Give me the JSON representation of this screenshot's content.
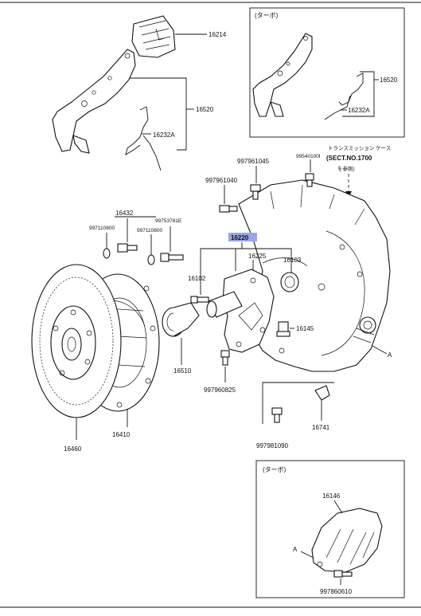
{
  "labels": {
    "p16214": "16214",
    "p16520_main": "16520",
    "p16232a_main": "16232A",
    "p16520_inset": "16520",
    "p16232a_inset": "16232A",
    "p997961045": "997961045",
    "p997961040": "997961040",
    "p99540100l": "99540100l",
    "p16432": "16432",
    "p997110800_a": "997110800",
    "p997110800_b": "997110800",
    "p99753781e": "99753781E",
    "p16220": "16220",
    "p16225": "16225",
    "p16103": "16103",
    "p16102": "16102",
    "p16145": "16145",
    "pA_main": "A",
    "p16510": "16510",
    "p997960825": "997960825",
    "p16741": "16741",
    "p997981090": "997981090",
    "p16410": "16410",
    "p16460": "16460",
    "p16146": "16146",
    "pA_inset": "A",
    "p997860610": "997860610"
  },
  "captions": {
    "turbo_top": "(ターボ)",
    "turbo_bottom": "(ターボ)",
    "transmission_case": "トランスミッション ケース",
    "sect_no": "(SECT.NO.1700",
    "see_ref": "を参照)"
  },
  "highlight_color": "#9aa6e6"
}
